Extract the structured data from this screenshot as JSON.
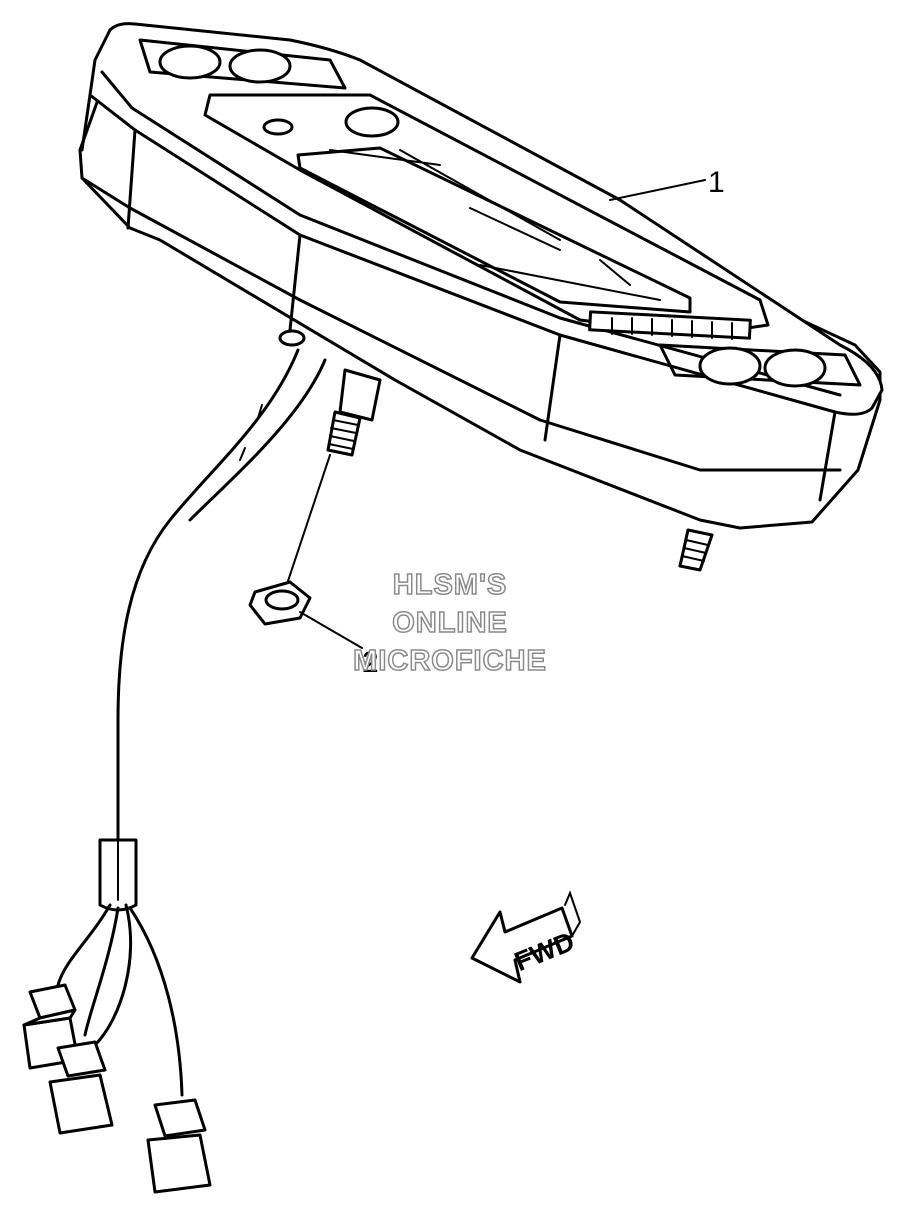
{
  "callouts": [
    {
      "id": "1",
      "label": "1",
      "part": "meter-assembly"
    },
    {
      "id": "2",
      "label": "2",
      "part": "flange-nut"
    }
  ],
  "watermark": {
    "line1": "HLSM'S",
    "line2": "ONLINE",
    "line3": "MICROFICHE"
  },
  "direction_arrow": {
    "label": "FWD",
    "icon": "fwd-arrow-icon"
  },
  "colors": {
    "line": "#000000",
    "background": "#ffffff",
    "watermark_outline": "#8a8a8a"
  }
}
